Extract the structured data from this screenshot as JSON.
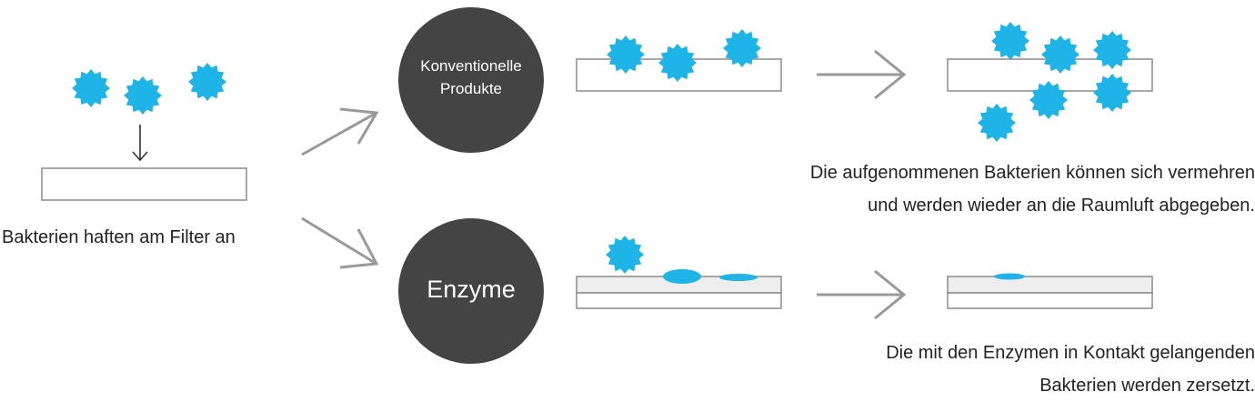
{
  "labels": {
    "filter_caption": "Bakterien haften am Filter an",
    "conventional_line1": "Konventionelle",
    "conventional_line2": "Produkte",
    "enzymes": "Enzyme",
    "top_caption_line1": "Die aufgenommenen Bakterien können sich vermehren",
    "top_caption_line2": "und werden wieder an die Raumluft abgegeben.",
    "bottom_caption_line1": "Die mit den Enzymen in Kontakt gelangenden",
    "bottom_caption_line2": "Bakterien werden zersetzt."
  },
  "colors": {
    "bacteria": "#1eb4e8",
    "circle": "#444444",
    "arrow": "#999999",
    "filter_stroke": "#8c8c8c",
    "enzyme_layer": "#eeeeee"
  }
}
